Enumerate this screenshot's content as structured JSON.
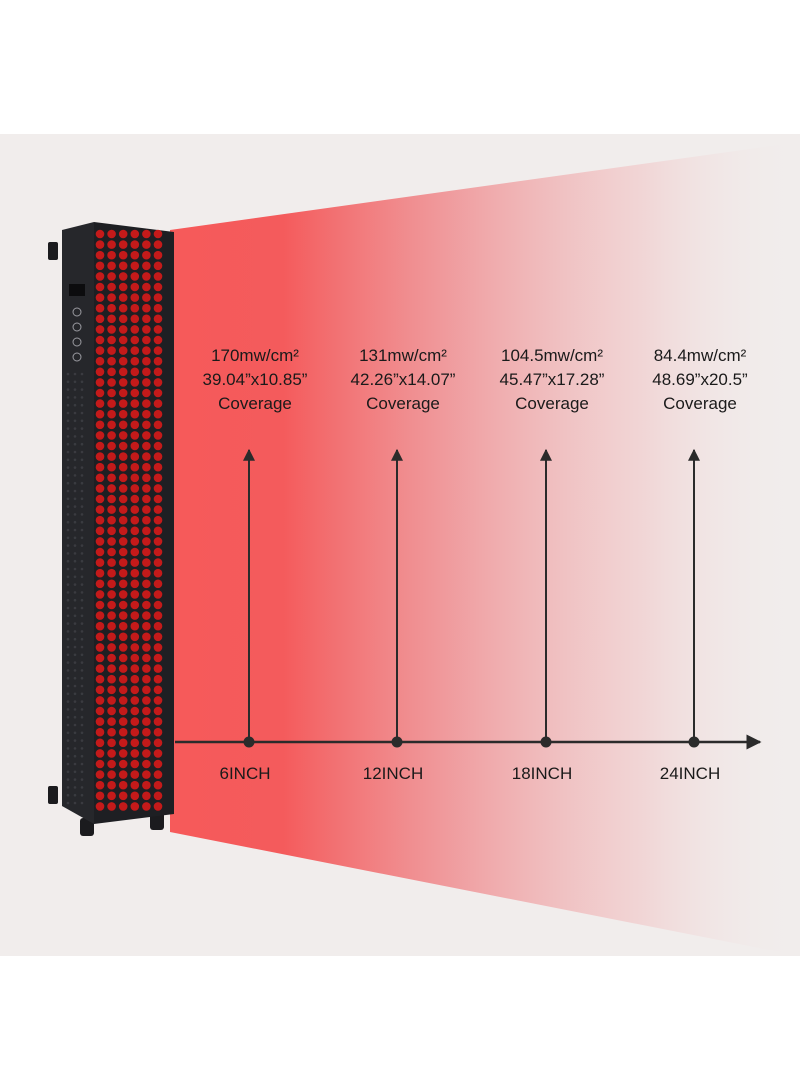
{
  "colors": {
    "beam_red": "#f65a5a",
    "panel_body": "#1e1f23",
    "led": "#c41a1a",
    "axis": "#2b2b2b",
    "background": "#f1edec"
  },
  "measurements": [
    {
      "distance": "6INCH",
      "irradiance": "170mw/cm²",
      "coverage_size": "39.04”x10.85”",
      "coverage_label": "Coverage"
    },
    {
      "distance": "12INCH",
      "irradiance": "131mw/cm²",
      "coverage_size": "42.26”x14.07”",
      "coverage_label": "Coverage"
    },
    {
      "distance": "18INCH",
      "irradiance": "104.5mw/cm²",
      "coverage_size": "45.47”x17.28”",
      "coverage_label": "Coverage"
    },
    {
      "distance": "24INCH",
      "irradiance": "84.4mw/cm²",
      "coverage_size": "48.69”x20.5”",
      "coverage_label": "Coverage"
    }
  ],
  "panel": {
    "display_icon": "digital-display-icon",
    "buttons": [
      "power-button-icon",
      "mode-button-icon",
      "timer-button-icon",
      "brightness-button-icon"
    ]
  }
}
